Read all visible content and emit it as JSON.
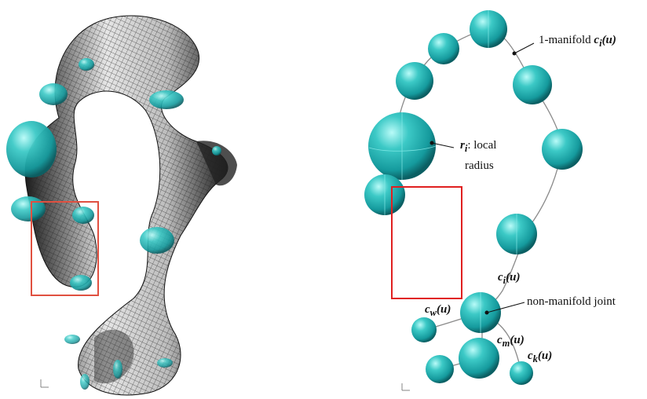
{
  "labels": {
    "manifold_prefix": "1-manifold",
    "manifold_var": "c",
    "manifold_sub": "i",
    "manifold_arg": "(u)",
    "radius_var": "r",
    "radius_sub": "i",
    "radius_text1": ": local",
    "radius_text2": "radius",
    "ci_var": "c",
    "ci_sub": "i",
    "ci_arg": "(u)",
    "cw_var": "c",
    "cw_sub": "w",
    "cw_arg": "(u)",
    "cm_var": "c",
    "cm_sub": "m",
    "cm_arg": "(u)",
    "ck_var": "c",
    "ck_sub": "k",
    "ck_arg": "(u)",
    "joint_text": "non-manifold joint"
  },
  "colors": {
    "sphere": "#22b3b3",
    "sphere_light": "#9df0ee",
    "sphere_dark": "#0d6f74",
    "highlight_box": "#e02020",
    "mesh_dark": "#2a2a2a",
    "mesh_light": "#d9d9d9"
  }
}
